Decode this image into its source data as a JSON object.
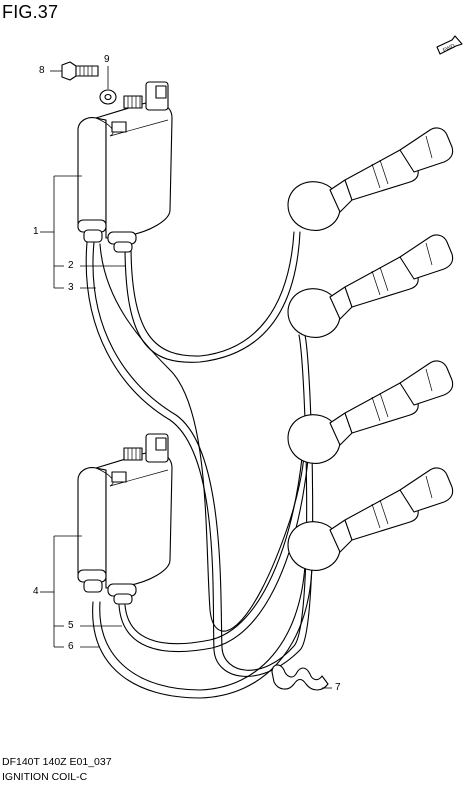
{
  "figure": {
    "title": "FIG.37",
    "direction_label": "FWD",
    "model_code": "DF140T 140Z E01_037",
    "caption": "IGNITION COIL-C"
  },
  "callouts": [
    "1",
    "2",
    "3",
    "4",
    "5",
    "6",
    "7",
    "8",
    "9"
  ],
  "parts": [
    {
      "ref": "1",
      "icon": "upper-ignition-coil-icon"
    },
    {
      "ref": "2",
      "icon": "upper-high-tension-cord-icon"
    },
    {
      "ref": "3",
      "icon": "upper-high-tension-cord-icon"
    },
    {
      "ref": "4",
      "icon": "lower-ignition-coil-icon"
    },
    {
      "ref": "5",
      "icon": "lower-high-tension-cord-icon"
    },
    {
      "ref": "6",
      "icon": "lower-high-tension-cord-icon"
    },
    {
      "ref": "7",
      "icon": "cord-clamp-icon"
    },
    {
      "ref": "8",
      "icon": "bolt-icon"
    },
    {
      "ref": "9",
      "icon": "washer-icon"
    }
  ]
}
